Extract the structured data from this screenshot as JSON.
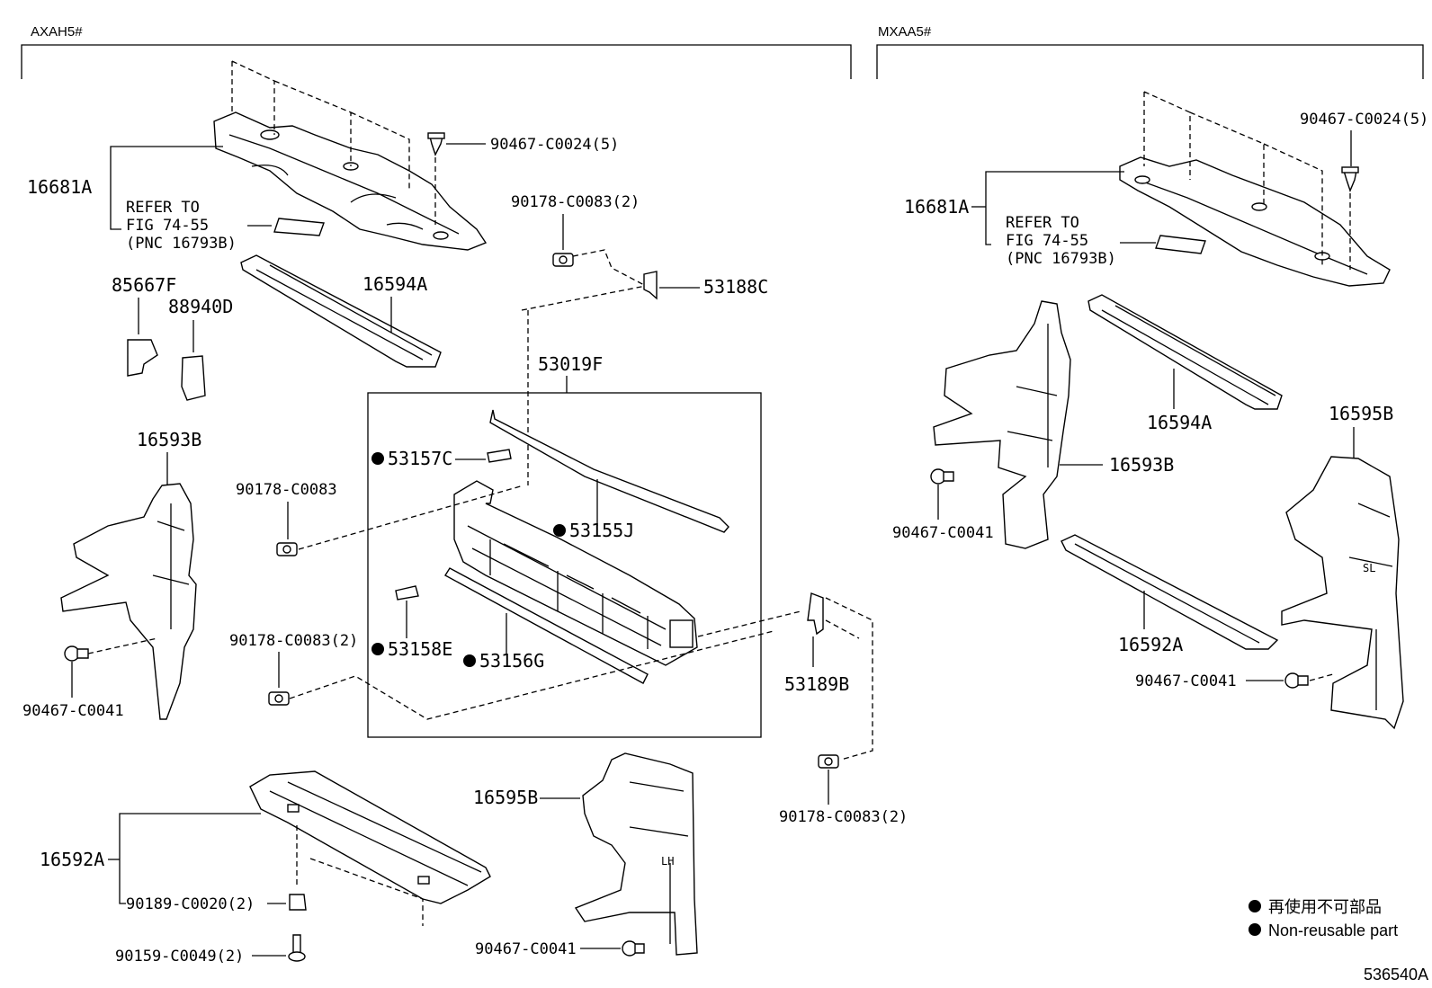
{
  "sections": {
    "left_header": "AXAH5#",
    "right_header": "MXAA5#"
  },
  "left": {
    "p16681A": "16681A",
    "refer1": "REFER TO",
    "refer2": "FIG 74-55",
    "refer3": "(PNC 16793B)",
    "p90467_C0024": "90467-C0024(5)",
    "p90178_C0083_2a": "90178-C0083(2)",
    "p53188C": "53188C",
    "p85667F": "85667F",
    "p88940D": "88940D",
    "p16594A": "16594A",
    "p53019F": "53019F",
    "p53157C": "53157C",
    "p53155J": "53155J",
    "p53158E": "53158E",
    "p53156G": "53156G",
    "p16593B": "16593B",
    "p90178_C0083": "90178-C0083",
    "p90178_C0083_2b": "90178-C0083(2)",
    "p90467_C0041a": "90467-C0041",
    "p53189B": "53189B",
    "p90178_C0083_2c": "90178-C0083(2)",
    "p16595B": "16595B",
    "p16592A": "16592A",
    "p90189_C0020": "90189-C0020(2)",
    "p90159_C0049": "90159-C0049(2)",
    "p90467_C0041b": "90467-C0041"
  },
  "right": {
    "p90467_C0024": "90467-C0024(5)",
    "p16681A": "16681A",
    "refer1": "REFER TO",
    "refer2": "FIG 74-55",
    "refer3": "(PNC 16793B)",
    "p16594A": "16594A",
    "p16595B": "16595B",
    "p16593B": "16593B",
    "p90467_C0041a": "90467-C0041",
    "p16592A": "16592A",
    "p90467_C0041b": "90467-C0041"
  },
  "legend": {
    "jp": "再使用不可部品",
    "en": "Non-reusable part"
  },
  "figure_id": "536540A"
}
